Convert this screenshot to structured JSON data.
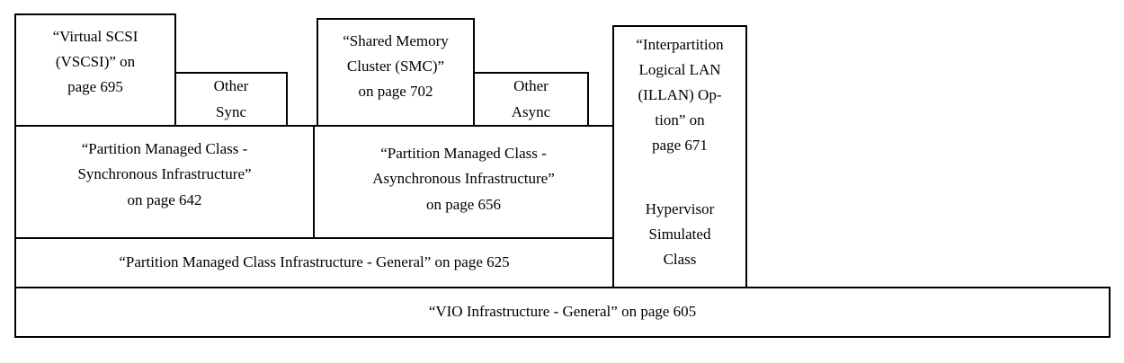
{
  "colors": {
    "border": "#000000",
    "background": "#ffffff",
    "text": "#000000"
  },
  "diagram": {
    "vscsi": {
      "text": "“Virtual SCSI\n(VSCSI)” on\npage 695"
    },
    "other_sync": {
      "text": "Other\nSync"
    },
    "smc": {
      "text": "“Shared Memory\nCluster (SMC)”\non page 702"
    },
    "other_async": {
      "text": "Other\nAsync"
    },
    "illan": {
      "text": "“Interpartition\nLogical LAN\n(ILLAN) Op-\ntion” on\npage 671"
    },
    "hypervisor": {
      "text": "Hypervisor\nSimulated\nClass"
    },
    "sync_infra": {
      "text": "“Partition Managed Class -\nSynchronous Infrastructure”\non page 642"
    },
    "async_infra": {
      "text": "“Partition Managed Class -\nAsynchronous Infrastructure”\non page 656"
    },
    "pmc_general": {
      "text": "“Partition Managed Class Infrastructure - General” on page 625"
    },
    "vio_general": {
      "text": "“VIO Infrastructure - General” on page 605"
    }
  }
}
